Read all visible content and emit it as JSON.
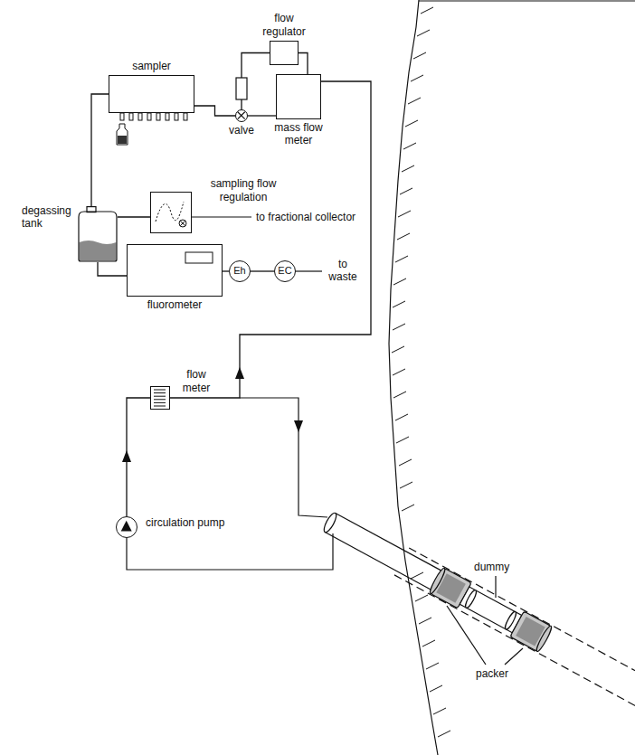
{
  "diagram": {
    "nodes": [
      {
        "text": [
          "flow regulator"
        ]
      },
      {
        "text": [
          "sampler"
        ]
      },
      {
        "text": [
          "valve"
        ]
      },
      {
        "text": [
          "mass flow meter"
        ]
      },
      {
        "text": [
          "degassing tank"
        ]
      },
      {
        "text": [
          "sampling flow regulation"
        ]
      },
      {
        "text": [
          "fluorometer"
        ]
      },
      {
        "text": [
          "Eh"
        ]
      },
      {
        "text": [
          "EC"
        ]
      },
      {
        "text": [
          "flow meter"
        ]
      },
      {
        "text": [
          "circulation pump"
        ]
      }
    ],
    "edges": [
      {
        "from": 1,
        "to": 2,
        "arrow": "none"
      },
      {
        "from": 2,
        "to": 0,
        "arrow": "none"
      },
      {
        "from": 0,
        "to": 3,
        "arrow": "none"
      },
      {
        "from": 2,
        "to": 3,
        "arrow": "none"
      },
      {
        "from": 4,
        "to": 1,
        "arrow": "none"
      },
      {
        "from": 4,
        "to": 5,
        "arrow": "none"
      },
      {
        "from": 4,
        "to": 6,
        "arrow": "none"
      },
      {
        "from": 6,
        "to": 7,
        "arrow": "none"
      },
      {
        "from": 7,
        "to": 8,
        "arrow": "none"
      },
      {
        "from": 10,
        "to": 9,
        "arrow": "none"
      },
      {
        "from": 9,
        "to": 3,
        "arrow": "none"
      }
    ],
    "labels": [
      "to fractional collector",
      "to waste",
      "dummy",
      "packer"
    ]
  }
}
